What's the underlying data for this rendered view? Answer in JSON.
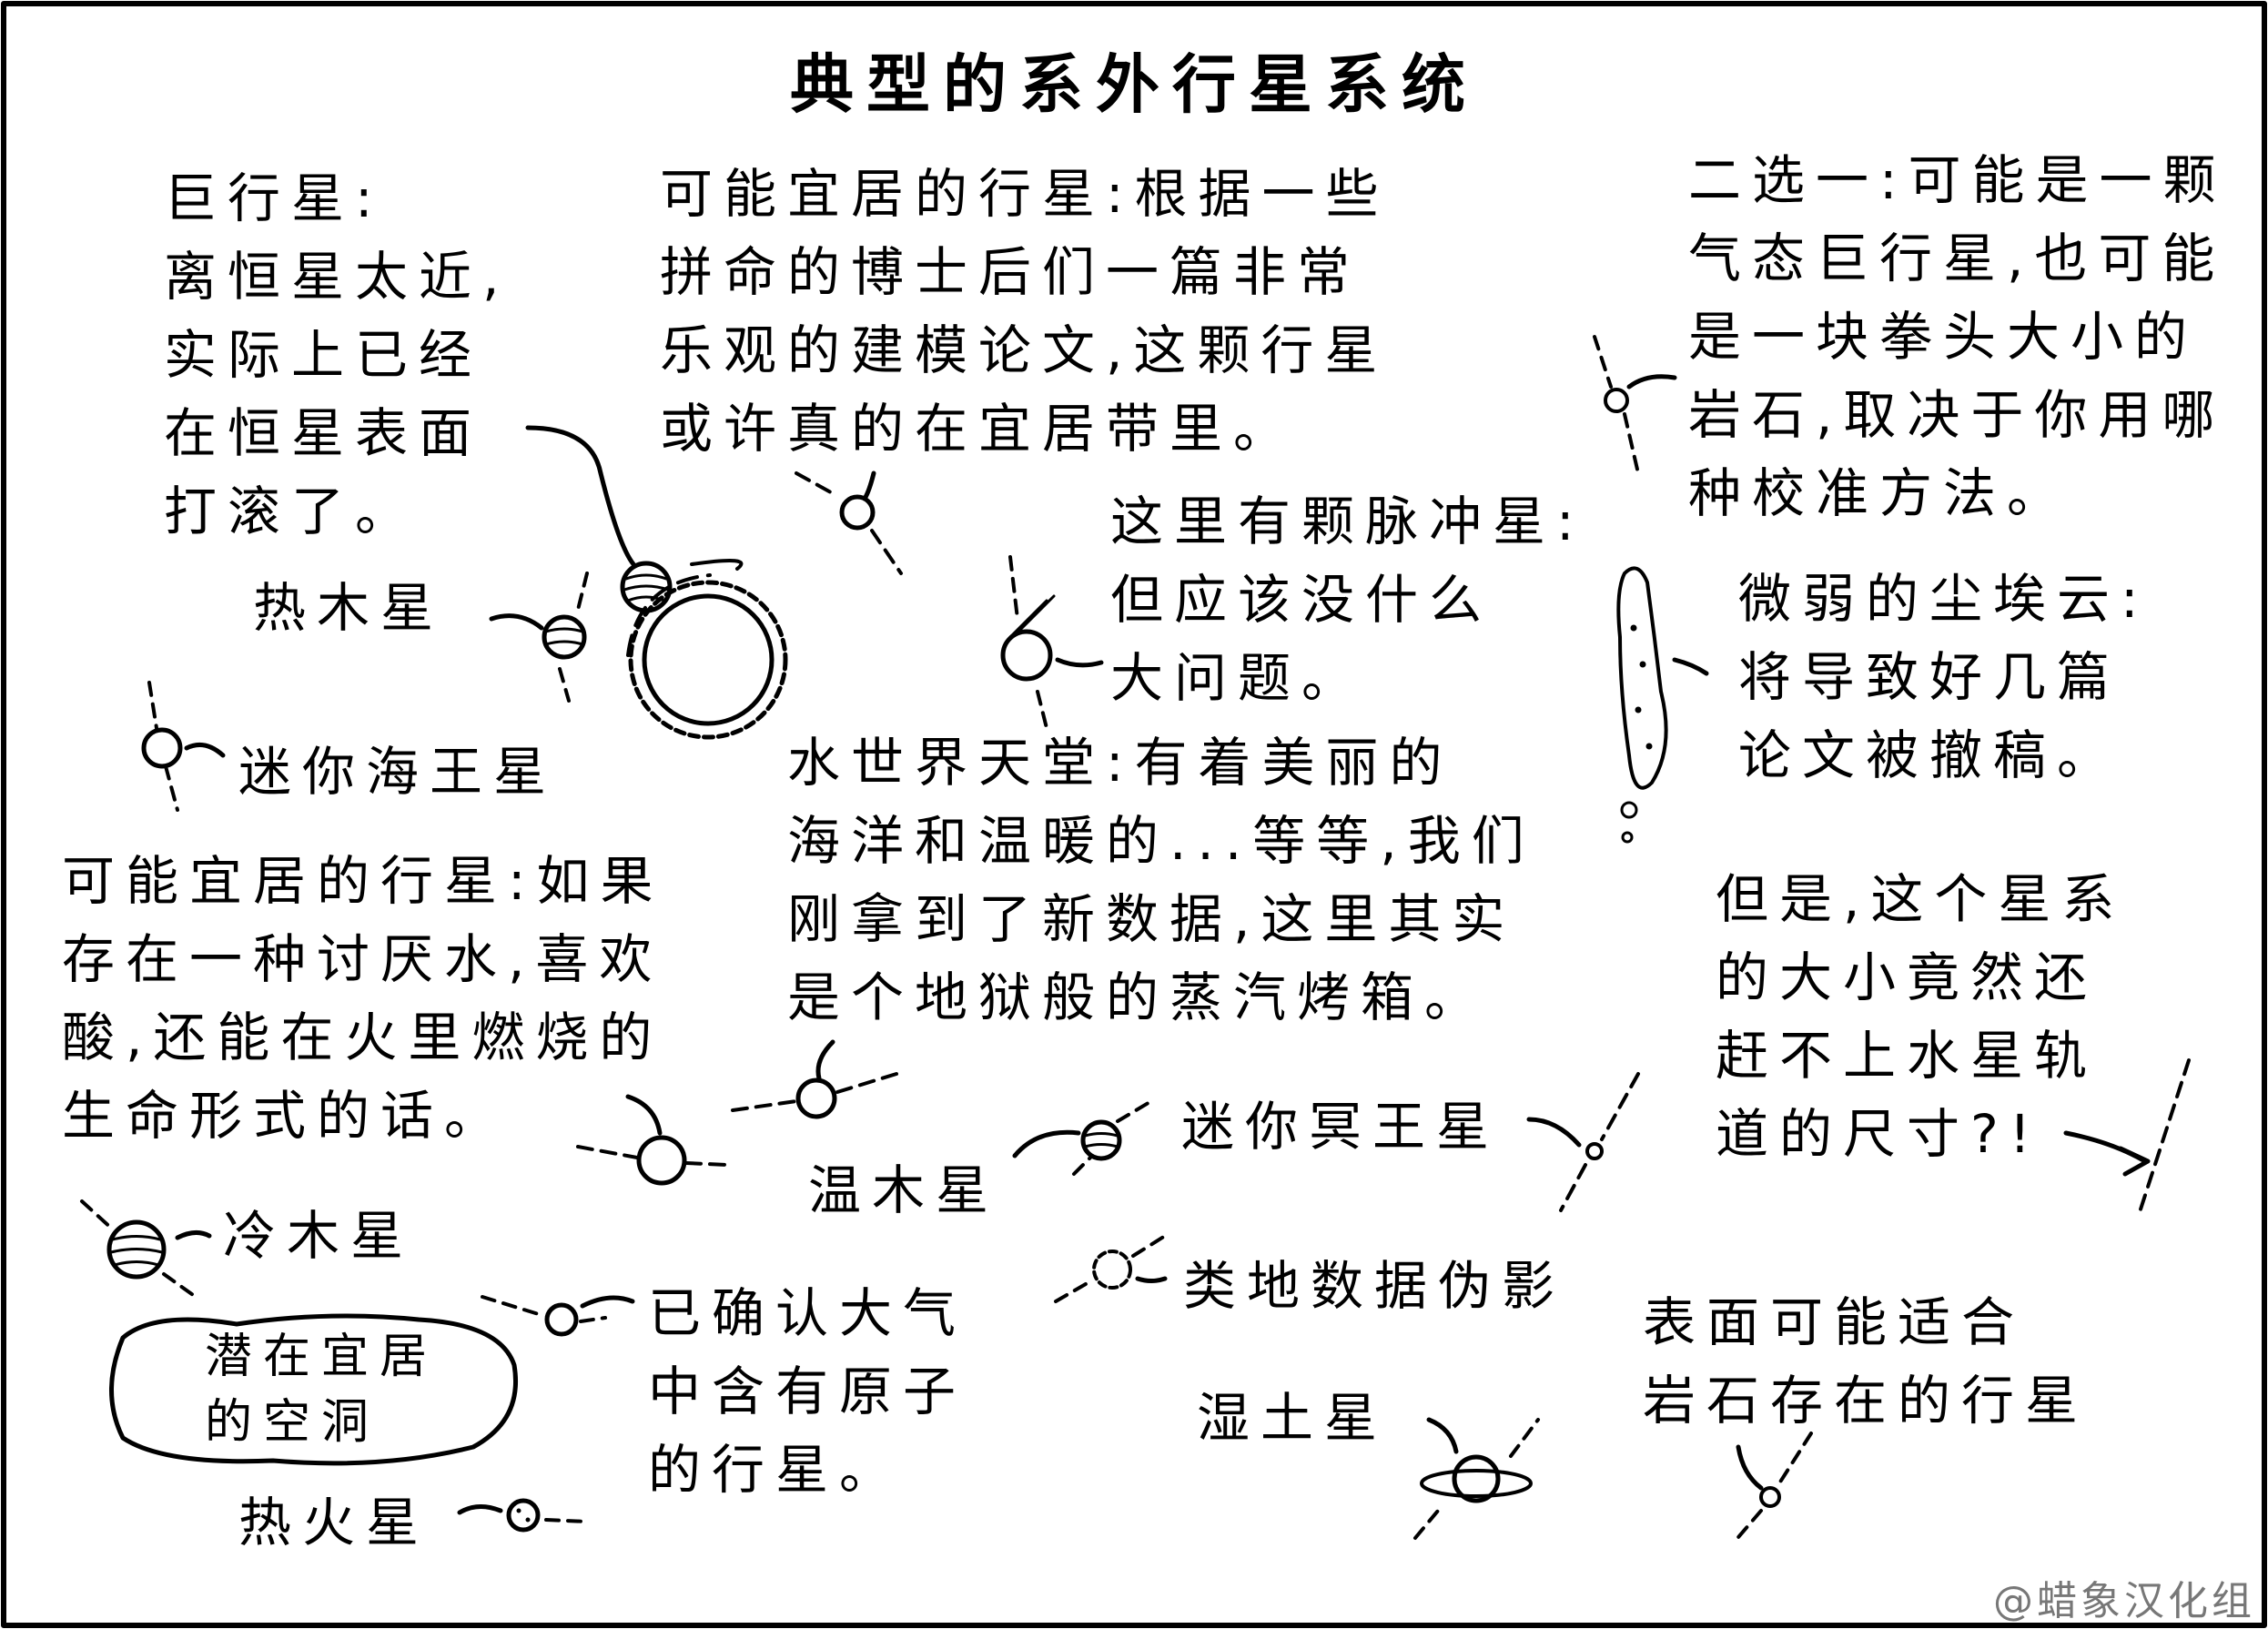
{
  "title": "典型的系外行星系统",
  "credit": "@蜡象汉化组",
  "labels": {
    "giant_planet": "巨行星:\n离恒星太近,\n实际上已经\n在恒星表面\n打滚了。",
    "habitable_optimistic": "可能宜居的行星:根据一些\n拼命的博士后们一篇非常\n乐观的建模论文,这颗行星\n或许真的在宜居带里。",
    "either_or": "二选一:可能是一颗\n气态巨行星,也可能\n是一块拳头大小的\n岩石,取决于你用哪\n种校准方法。",
    "hot_jupiter": "热木星",
    "pulsar": "这里有颗脉冲星:\n但应该没什么\n大问题。",
    "dust_cloud": "微弱的尘埃云:\n将导致好几篇\n论文被撤稿。",
    "mini_neptune": "迷你海王星",
    "water_world": "水世界天堂:有着美丽的\n海洋和温暖的...等等,我们\n刚拿到了新数据,这里其实\n是个地狱般的蒸汽烤箱。",
    "habitable_acid": "可能宜居的行星:如果\n存在一种讨厌水,喜欢\n酸,还能在火里燃烧的\n生命形式的话。",
    "system_size": "但是,这个星系\n的大小竟然还\n赶不上水星轨\n道的尺寸?!",
    "warm_jupiter": "温木星",
    "mini_pluto": "迷你冥王星",
    "cold_jupiter": "冷木星",
    "habitable_void": "潜在宜居\n的空洞",
    "atoms_atmosphere": "已确认大气\n中含有原子\n的行星。",
    "earthlike_artifact": "类地数据伪影",
    "rocky_surface": "表面可能适合\n岩石存在的行星",
    "wet_saturn": "湿土星",
    "hot_mars": "热火星"
  }
}
